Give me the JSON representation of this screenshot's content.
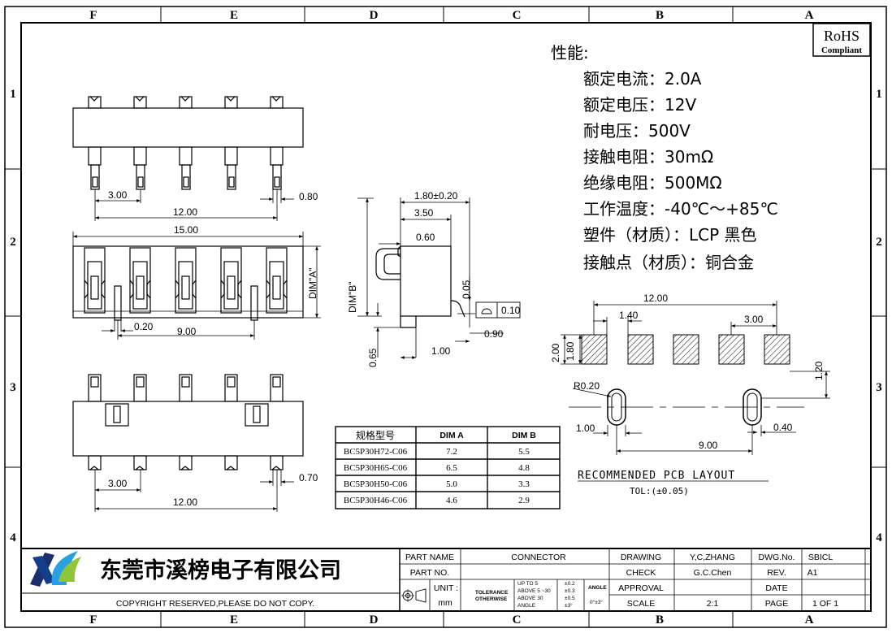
{
  "border": {
    "cols": [
      "F",
      "E",
      "D",
      "C",
      "B",
      "A"
    ],
    "rows": [
      "1",
      "2",
      "3",
      "4"
    ]
  },
  "rohs": {
    "line1": "RoHS",
    "line2": "Compliant"
  },
  "spec": {
    "title": "性能:",
    "lines": [
      "额定电流：2.0A",
      "额定电压：12V",
      "耐电压：500V",
      "接触电阻：30mΩ",
      "绝缘电阻：500MΩ",
      "工作温度：-40℃～+85℃",
      "塑件（材质）：LCP  黑色",
      "接触点（材质）：铜合金"
    ]
  },
  "top_view": {
    "pitch": "3.00",
    "span": "12.00",
    "pin": "0.80"
  },
  "front_view": {
    "width": "15.00",
    "dim_a": "DIM\"A\"",
    "small": "0.20",
    "post": "9.00"
  },
  "side_view": {
    "d1": "1.80±0.20",
    "d2": "3.50",
    "d3": "0.60",
    "dim_b": "DIM\"B\"",
    "d4": "0.05",
    "flat": "0.10",
    "d5": "0.90",
    "d6": "0.65",
    "d7": "1.00"
  },
  "bottom_view": {
    "pitch": "3.00",
    "span": "12.00",
    "pin": "0.70"
  },
  "pcb": {
    "span": "12.00",
    "pitch_a": "1.40",
    "pitch_b": "3.00",
    "h1": "2.00",
    "h2": "1.80",
    "radius": "R0.20",
    "v": "1.20",
    "w1": "1.00",
    "post": "9.00",
    "w2": "0.40",
    "caption": "RECOMMENDED PCB LAYOUT",
    "tolerance": "TOL:(±0.05)"
  },
  "spec_table": {
    "headers": [
      "规格型号",
      "DIM A",
      "DIM B"
    ],
    "rows": [
      [
        "BC5P30H72-C06",
        "7.2",
        "5.5"
      ],
      [
        "BC5P30H65-C06",
        "6.5",
        "4.8"
      ],
      [
        "BC5P30H50-C06",
        "5.0",
        "3.3"
      ],
      [
        "BC5P30H46-C06",
        "4.6",
        "2.9"
      ]
    ]
  },
  "title_block": {
    "company": "东莞市溪榜电子有限公司",
    "copyright": "COPYRIGHT RESERVED,PLEASE DO NOT COPY.",
    "part_name_label": "PART NAME",
    "part_name": "CONNECTOR",
    "part_no_label": "PART NO.",
    "unit_label": "UNIT :",
    "unit": "mm",
    "tolerance_label": "TOLERANCE",
    "otherwise_label": "OTHERWISE",
    "tol_rows": [
      [
        "UP TO 5",
        "±0.2"
      ],
      [
        "ABOVE 5 ~30",
        "±0.3"
      ],
      [
        "ABOVE 30",
        "±0.5"
      ],
      [
        "ANGLE",
        "±3°"
      ]
    ],
    "angle_label": "ANGLE",
    "angle_val": "0°±3°",
    "drawing_label": "DRAWING",
    "drawing": "Y,C,ZHANG",
    "check_label": "CHECK",
    "check": "G.C.Chen",
    "approval_label": "APPROVAL",
    "scale_label": "SCALE",
    "scale": "2:1",
    "dwg_label": "DWG.No.",
    "dwg": "SBICL",
    "rev_label": "REV.",
    "rev": "A1",
    "date_label": "DATE",
    "page_label": "PAGE",
    "page": "1 OF 1"
  }
}
